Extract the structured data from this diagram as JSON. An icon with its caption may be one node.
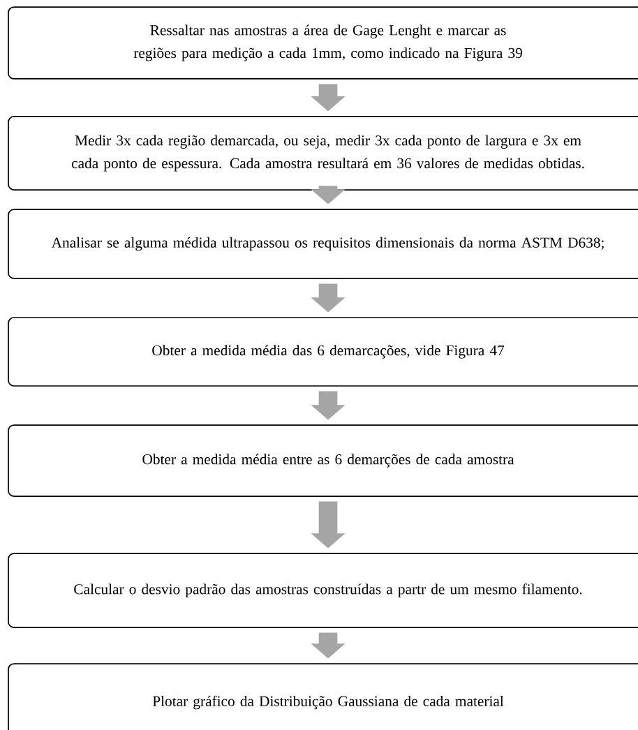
{
  "diagram": {
    "nodes": [
      {
        "text": [
          "Ressaltar nas amostras a área de Gage Lenght e marcar as regiões para medição a cada 1mm, como indicado na Figura 39"
        ]
      },
      {
        "text": [
          "Medir 3x cada região demarcada, ou seja, medir 3x cada ponto de largura e 3x em cada ponto de espessura. Cada amostra resultará em 36 valores de medidas obtidas."
        ]
      },
      {
        "text": [
          "Analisar se alguma médida ultrapassou os requisitos dimensionais da norma ASTM D638;"
        ]
      },
      {
        "text": [
          "Obter a medida média das 6 demarcações, vide Figura 47"
        ]
      },
      {
        "text": [
          "Obter a medida média entre as 6 demarções de cada amostra"
        ]
      },
      {
        "text": [
          "Calcular o desvio padrão das amostras construídas a partr de um mesmo filamento."
        ]
      },
      {
        "text": [
          "Plotar gráfico da Distribuição Gaussiana de cada material"
        ]
      }
    ],
    "edges": [
      {
        "from": 0,
        "to": 1,
        "arrow": "to"
      },
      {
        "from": 1,
        "to": 2,
        "arrow": "to"
      },
      {
        "from": 2,
        "to": 3,
        "arrow": "to"
      },
      {
        "from": 3,
        "to": 4,
        "arrow": "to"
      },
      {
        "from": 4,
        "to": 5,
        "arrow": "to"
      },
      {
        "from": 5,
        "to": 6,
        "arrow": "to"
      }
    ]
  }
}
